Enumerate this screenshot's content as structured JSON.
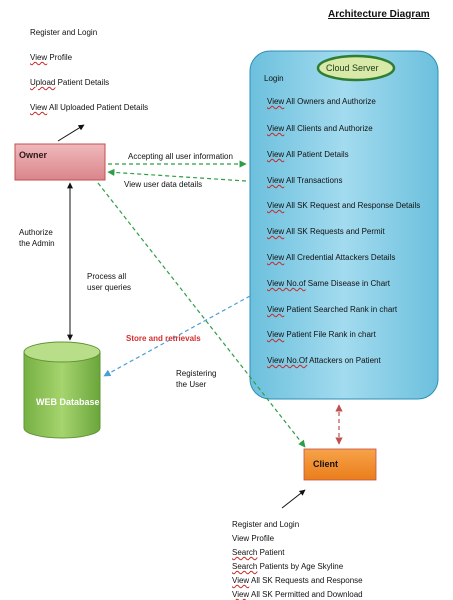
{
  "title": "Architecture Diagram",
  "owner": {
    "label": "Owner",
    "items": [
      {
        "pre": "",
        "u": "",
        "post": "Register and Login"
      },
      {
        "pre": "",
        "u": "View",
        "post": " Profile"
      },
      {
        "pre": "",
        "u": "Upload",
        "post": " Patient Details"
      },
      {
        "pre": "",
        "u": "View",
        "post": " All Uploaded Patient Details"
      }
    ]
  },
  "cloud_server": {
    "label": "Cloud Server",
    "login": "Login",
    "items": [
      {
        "pre": "",
        "u": "View",
        "post": " All Owners and Authorize"
      },
      {
        "pre": "",
        "u": "View",
        "post": " All Clients and Authorize"
      },
      {
        "pre": "",
        "u": "View",
        "post": " All Patient Details"
      },
      {
        "pre": "",
        "u": "View",
        "post": " All Transactions"
      },
      {
        "pre": "",
        "u": "View",
        "post": " All SK Request and Response Details"
      },
      {
        "pre": "",
        "u": "View",
        "post": " All SK Requests and Permit"
      },
      {
        "pre": "",
        "u": "View",
        "post": " All Credential Attackers Details"
      },
      {
        "pre": "",
        "u": "View No.of",
        "post": " Same Disease in Chart"
      },
      {
        "pre": "",
        "u": "View",
        "post": " Patient Searched Rank in chart"
      },
      {
        "pre": "",
        "u": "View",
        "post": " Patient File Rank in chart"
      },
      {
        "pre": "",
        "u": "View No.Of",
        "post": " Attackers on Patient"
      }
    ]
  },
  "client": {
    "label": "Client",
    "items": [
      {
        "pre": "",
        "u": "",
        "post": "Register and Login"
      },
      {
        "pre": "",
        "u": "",
        "post": "View Profile"
      },
      {
        "pre": "",
        "u": "Search",
        "post": " Patient"
      },
      {
        "pre": "",
        "u": "Search",
        "post": " Patients by Age Skyline"
      },
      {
        "pre": "",
        "u": "View",
        "post": " All SK Requests and Response"
      },
      {
        "pre": "",
        "u": "View",
        "post": " All SK Permitted and Download"
      }
    ]
  },
  "database": {
    "label": "WEB Database"
  },
  "edge_labels": {
    "accepting": "Accepting all user information",
    "view_user_data": "View user data details",
    "authorize_admin": [
      "Authorize",
      "the Admin"
    ],
    "process_queries": [
      "Process all",
      "user queries"
    ],
    "store_retrievals": "Store and retrievals",
    "registering": [
      "Registering",
      "the User"
    ]
  },
  "colors": {
    "owner_fill": "#e39b9f",
    "owner_border": "#c0504d",
    "cloud_fill": "#8fd0e6",
    "cloud_border": "#2e8fb5",
    "badge_fill": "#d8e9a8",
    "badge_border": "#2e7d32",
    "db_fill": "#8cc152",
    "client_fill": "#f28c28",
    "dashed_green": "#2e9e46",
    "dashed_blue": "#4a9fd6",
    "dashed_red": "#c0504d",
    "store_text": "#d32f2f"
  }
}
